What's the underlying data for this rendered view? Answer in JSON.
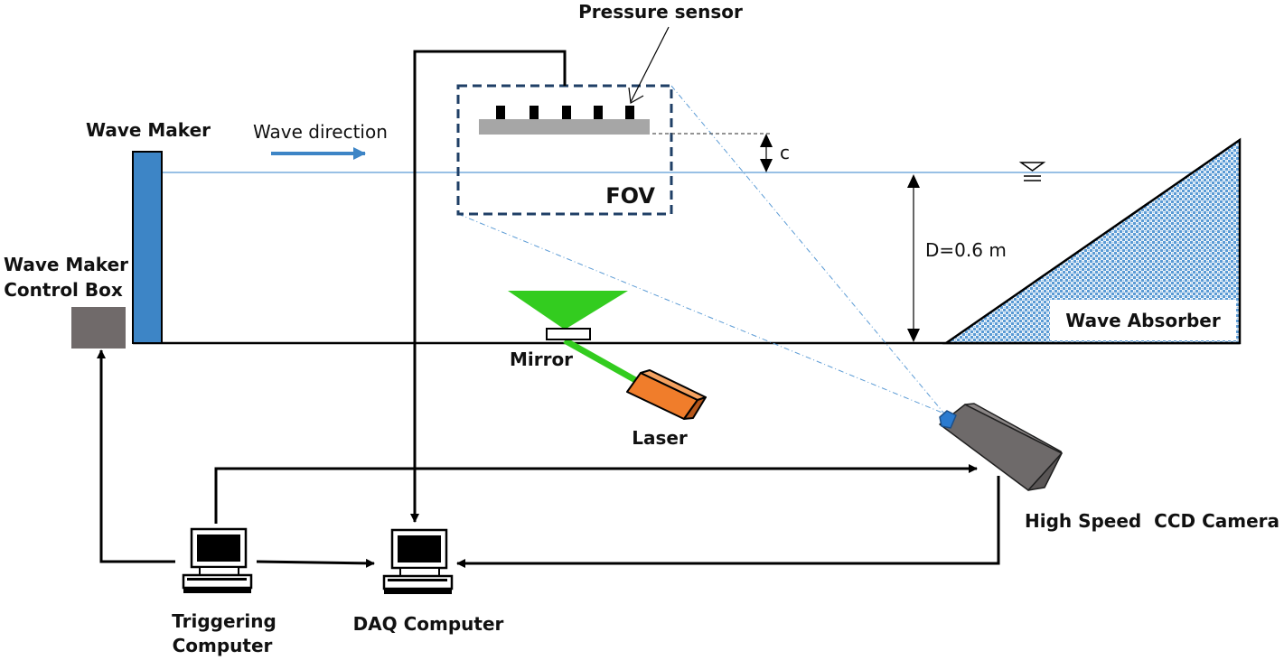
{
  "diagram": {
    "title": "Wave tank experimental setup",
    "labels": {
      "pressure_sensor": "Pressure sensor",
      "wave_maker": "Wave Maker",
      "wave_direction": "Wave direction",
      "fov": "FOV",
      "clearance": "c",
      "depth": "D=0.6 m",
      "wave_maker_control_box_line1": "Wave Maker",
      "wave_maker_control_box_line2": "Control Box",
      "wave_absorber": "Wave Absorber",
      "mirror": "Mirror",
      "laser": "Laser",
      "camera": "High Speed  CCD Camera",
      "triggering_computer_line1": "Triggering",
      "triggering_computer_line2": "Computer",
      "daq_computer": "DAQ Computer"
    },
    "components": [
      {
        "id": "wave-maker",
        "name": "Wave Maker",
        "color": "#3d85c6"
      },
      {
        "id": "control-box",
        "name": "Wave Maker Control Box",
        "color": "#706a6a"
      },
      {
        "id": "pressure-plate",
        "name": "Plate with pressure sensors",
        "sensor_count": 5,
        "color": "#a6a6a6"
      },
      {
        "id": "laser-sheet",
        "name": "Laser light sheet",
        "color": "#33cc1f"
      },
      {
        "id": "laser",
        "name": "Laser",
        "color": "#f07d2b"
      },
      {
        "id": "camera",
        "name": "High Speed CCD Camera",
        "color": "#6e6a6a",
        "lens_color": "#2b7bd0"
      },
      {
        "id": "absorber",
        "name": "Wave Absorber",
        "color": "#5b9bd5"
      }
    ],
    "connections": [
      {
        "from": "Triggering Computer",
        "to": "Wave Maker Control Box"
      },
      {
        "from": "Triggering Computer",
        "to": "High Speed CCD Camera"
      },
      {
        "from": "Triggering Computer",
        "to": "DAQ Computer"
      },
      {
        "from": "High Speed CCD Camera",
        "to": "DAQ Computer"
      },
      {
        "from": "Pressure sensor",
        "to": "DAQ Computer"
      }
    ],
    "colors": {
      "water_line": "#5b9bd5",
      "fov_box": "#1f3f66",
      "arrow_blue": "#3d85c6",
      "line": "#000000"
    }
  }
}
